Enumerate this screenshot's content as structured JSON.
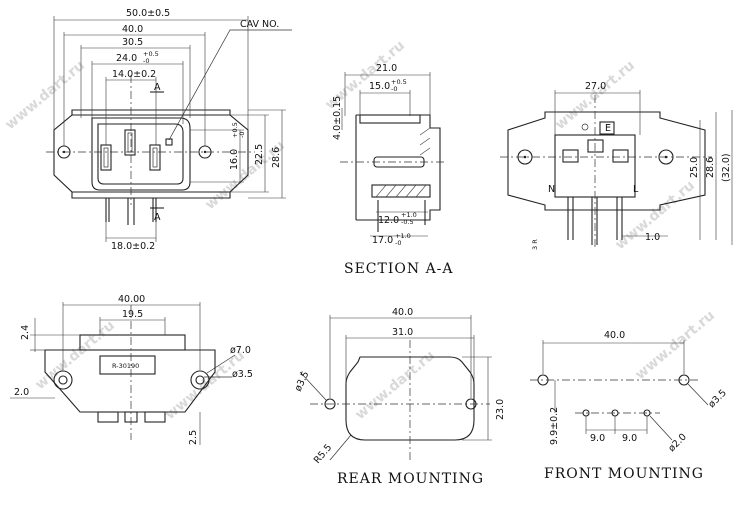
{
  "watermark": "www.dart.ru",
  "top_left": {
    "dims": {
      "width_overall": "50.0±0.5",
      "width_40": "40.0",
      "width_30_5": "30.5",
      "width_24": "24.0",
      "width_24_tol": "+0.5\n-0",
      "width_14": "14.0±0.2",
      "bottom_18": "18.0±0.2",
      "h_16": "16.0",
      "h_16_tol": "+0.5\n-0",
      "h_22_5": "22.5",
      "h_28_6": "28.6"
    },
    "cav_label": "CAV NO.",
    "section_mark_top": "A",
    "section_mark_bottom": "A"
  },
  "section": {
    "dims": {
      "w_21": "21.0",
      "w_15": "15.0",
      "w_15_tol": "+0.5\n-0",
      "h_4": "4.0±0.15",
      "w_12": "12.0",
      "w_12_tol": "+1.0\n-0.5",
      "w_17": "17.0",
      "w_17_tol": "+1.0\n-0"
    },
    "title": "SECTION A-A"
  },
  "rear_view": {
    "dims": {
      "w_27": "27.0",
      "h_25": "25.0",
      "h_28_6": "28.6",
      "h_32": "(32.0)",
      "w_1": "1.0",
      "r_label": "3 R"
    },
    "pin_n": "N",
    "pin_l": "L",
    "pin_e": "E"
  },
  "bottom_left": {
    "dims": {
      "w_40": "40.00",
      "w_19_5": "19.5",
      "h_2_4": "2.4",
      "w_2": "2.0",
      "d_7": "ø7.0",
      "d_3_5": "ø3.5",
      "h_2_5": "2.5"
    },
    "part_label": "R-30190"
  },
  "rear_mounting": {
    "dims": {
      "w_40": "40.0",
      "w_31": "31.0",
      "h_23": "23.0",
      "d_3_5": "ø3.5",
      "r_5_5": "R5.5"
    },
    "title": "REAR MOUNTING"
  },
  "front_mounting": {
    "dims": {
      "w_40": "40.0",
      "h_9_9": "9.9±0.2",
      "w_9_a": "9.0",
      "w_9_b": "9.0",
      "d_2": "ø2.0",
      "d_3_5": "ø3.5"
    },
    "title": "FRONT MOUNTING"
  }
}
